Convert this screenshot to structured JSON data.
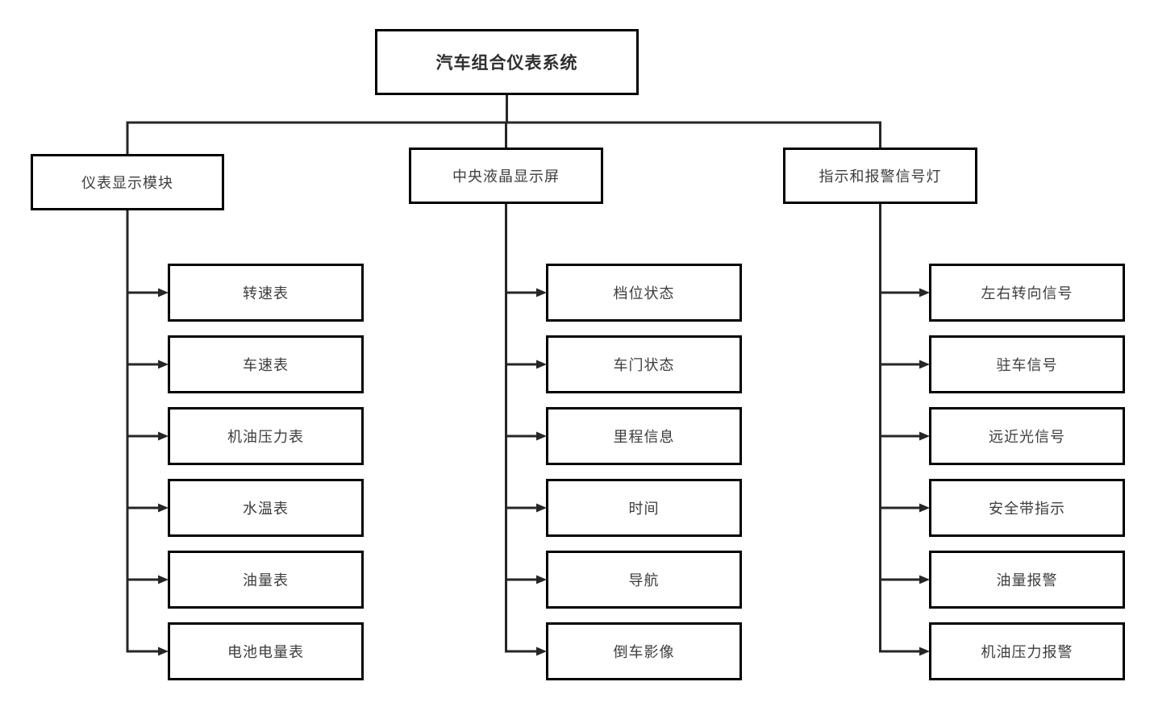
{
  "diagram": {
    "type": "tree",
    "root": {
      "label": "汽车组合仪表系统"
    },
    "branches": [
      {
        "label": "仪表显示模块",
        "children": [
          {
            "label": "转速表"
          },
          {
            "label": "车速表"
          },
          {
            "label": "机油压力表"
          },
          {
            "label": "水温表"
          },
          {
            "label": "油量表"
          },
          {
            "label": "电池电量表"
          }
        ]
      },
      {
        "label": "中央液晶显示屏",
        "children": [
          {
            "label": "档位状态"
          },
          {
            "label": "车门状态"
          },
          {
            "label": "里程信息"
          },
          {
            "label": "时间"
          },
          {
            "label": "导航"
          },
          {
            "label": "倒车影像"
          }
        ]
      },
      {
        "label": "指示和报警信号灯",
        "children": [
          {
            "label": "左右转向信号"
          },
          {
            "label": "驻车信号"
          },
          {
            "label": "远近光信号"
          },
          {
            "label": "安全带指示"
          },
          {
            "label": "油量报警"
          },
          {
            "label": "机油压力报警"
          }
        ]
      }
    ],
    "colors": {
      "box_border": "#000000",
      "text": "#3d3d3d",
      "connector": "#262626",
      "background": "#ffffff"
    }
  }
}
